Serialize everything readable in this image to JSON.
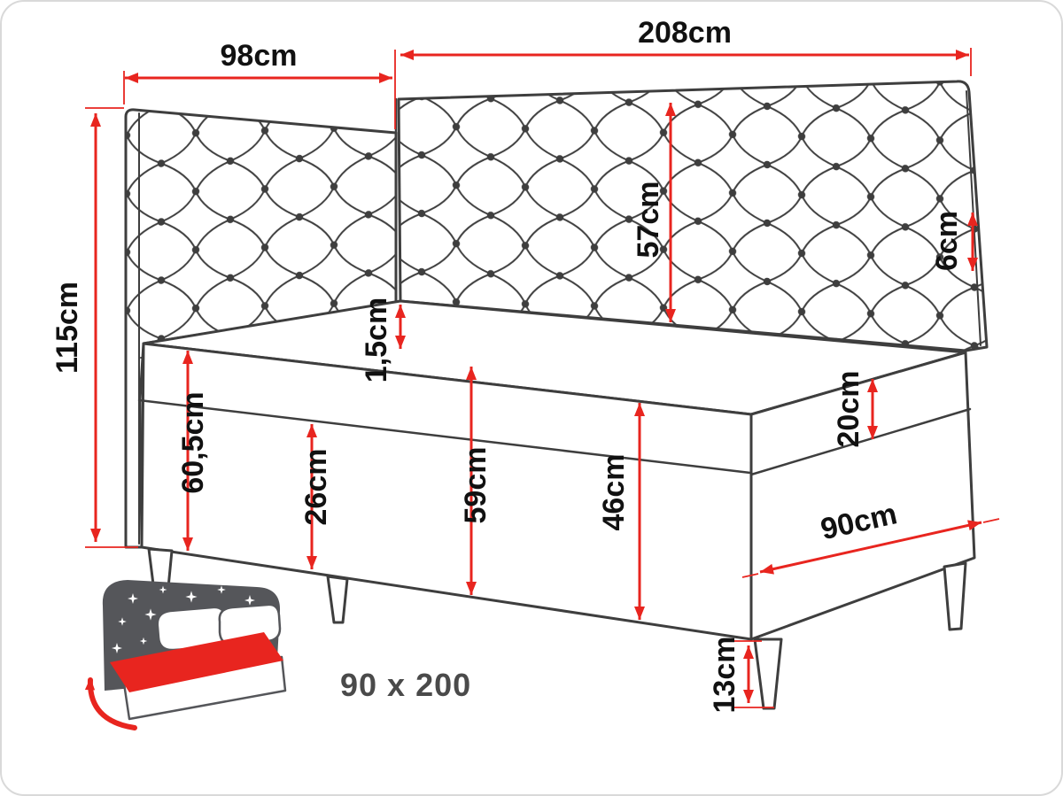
{
  "dimensions": {
    "side_panel_width": "98cm",
    "back_panel_width": "208cm",
    "headboard_height": "115cm",
    "panel_above_mattress": "57cm",
    "panel_thickness": "6cm",
    "topper_thickness": "1,5cm",
    "head_end_height": "60,5cm",
    "box_band_height": "26cm",
    "base_height": "59cm",
    "foot_end_height": "46cm",
    "mattress_height": "20cm",
    "bed_width": "90cm",
    "leg_height": "13cm"
  },
  "badge": {
    "mattress_size": "90 x 200"
  },
  "icons": {
    "storage_bed": "storage-bed-icon",
    "lift_arrow": "lift-arrow-icon",
    "stars": "star-icons",
    "dimension_arrows": "arrow-marker-icon"
  },
  "colors": {
    "red": "#e8251f",
    "line": "#3e3e3e",
    "label": "#111111",
    "icon_gray": "#55565a",
    "badge_text": "#4a4a4a",
    "background": "#ffffff",
    "border": "#d9d9d9"
  }
}
